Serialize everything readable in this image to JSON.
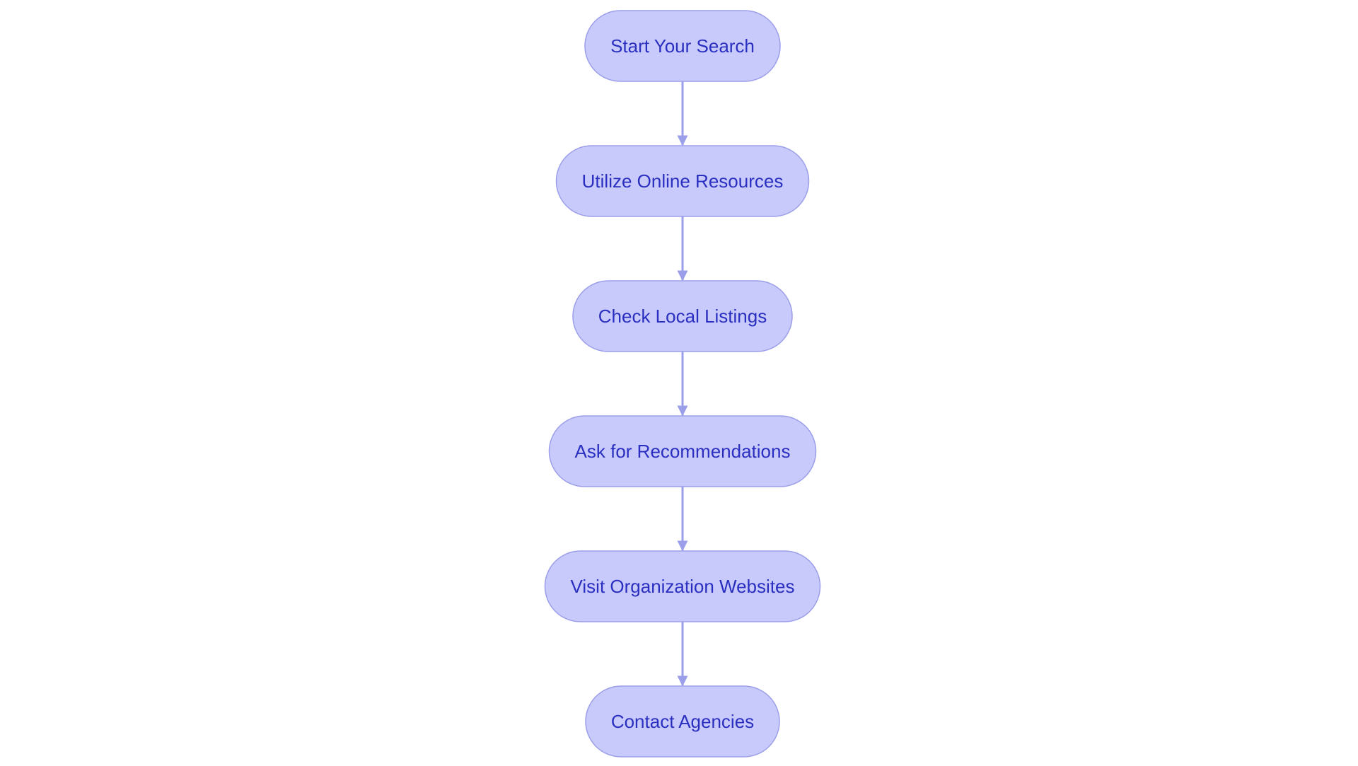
{
  "colors": {
    "background": "#ffffff",
    "node_fill": "#c9cafc",
    "node_stroke": "#9b9ee8",
    "edge": "#9b9ee8",
    "text": "#2a2fc0"
  },
  "flowchart": {
    "direction": "top-to-bottom",
    "nodes": [
      {
        "id": "start",
        "label": "Start Your Search",
        "shape": "stadium"
      },
      {
        "id": "online",
        "label": "Utilize Online Resources",
        "shape": "stadium"
      },
      {
        "id": "local",
        "label": "Check Local Listings",
        "shape": "stadium"
      },
      {
        "id": "ask",
        "label": "Ask for Recommendations",
        "shape": "stadium"
      },
      {
        "id": "visit",
        "label": "Visit Organization Websites",
        "shape": "stadium"
      },
      {
        "id": "contact",
        "label": "Contact Agencies",
        "shape": "stadium"
      }
    ],
    "edges": [
      {
        "from": "start",
        "to": "online"
      },
      {
        "from": "online",
        "to": "local"
      },
      {
        "from": "local",
        "to": "ask"
      },
      {
        "from": "ask",
        "to": "visit"
      },
      {
        "from": "visit",
        "to": "contact"
      }
    ]
  }
}
